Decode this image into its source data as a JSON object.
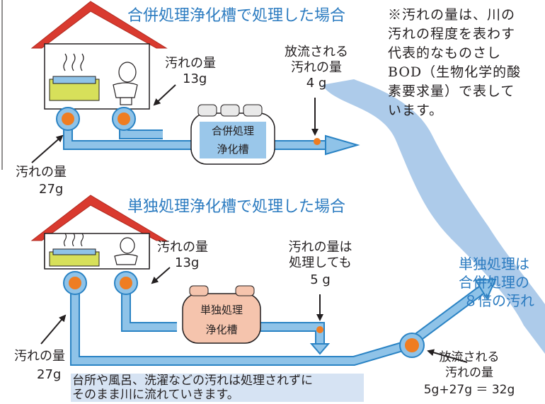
{
  "top": {
    "title": "合併処理浄化槽で処理した場合",
    "tank_label_1": "合併処理",
    "tank_label_2": "浄化槽",
    "house_load_label": "汚れの量",
    "house_load_value": "13g",
    "discharge_label_1": "放流される",
    "discharge_label_2": "汚れの量",
    "discharge_value": "4 g",
    "kitchen_label": "汚れの量",
    "kitchen_value": "27g"
  },
  "note": {
    "lines": [
      "※汚れの量は、川の",
      "汚れの程度を表わす",
      "代表的なものさし",
      "BOD（生物化学的酸",
      "素要求量）で表して",
      "います。"
    ]
  },
  "bottom": {
    "title": "単独処理浄化槽で処理した場合",
    "tank_label_1": "単独処理",
    "tank_label_2": "浄化槽",
    "house_load_label": "汚れの量",
    "house_load_value": "13g",
    "treated_label_1": "汚れの量は",
    "treated_label_2": "処理しても",
    "treated_value": "5 g",
    "kitchen_label": "汚れの量",
    "kitchen_value": "27g",
    "untreated_note_1": "台所や風呂、洗濯などの汚れは処理されずに",
    "untreated_note_2": "そのまま川に流れていきます。",
    "discharge_label_1": "放流される",
    "discharge_label_2": "汚れの量",
    "discharge_value": "5g+27g ＝ 32g"
  },
  "river_note": {
    "line1": "単独処理は",
    "line2": "合併処理の",
    "line3": "８倍の汚れ"
  },
  "colors": {
    "pipe": "#8fc3e8",
    "pipe_stroke": "#2a83c4",
    "river": "#a9c8e9",
    "roof": "#d93a2f",
    "pump": "#ef7d22",
    "tank_body": "#ffffff",
    "tank_window": "#9ac7ea",
    "tank_single": "#f5c4ad",
    "accent_text": "#2b7bc0"
  }
}
